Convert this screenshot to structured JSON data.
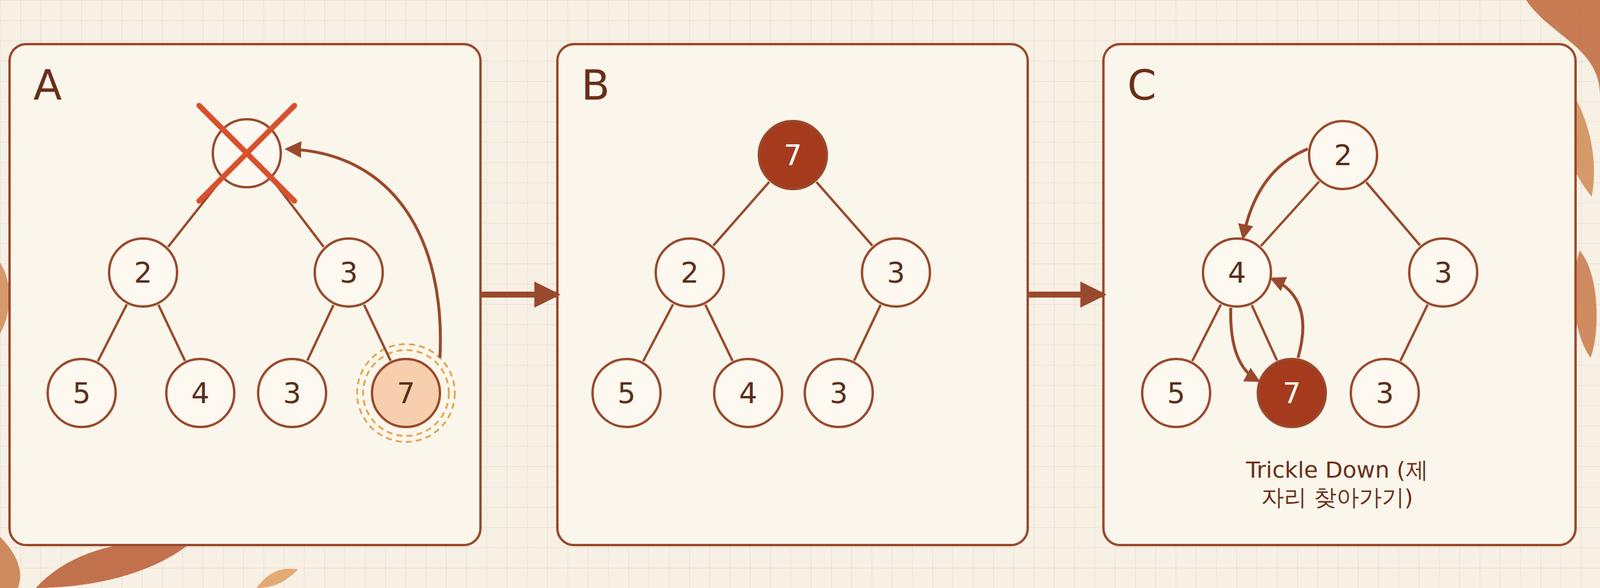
{
  "diagram": {
    "nodes": [
      {
        "text": [
          "A"
        ]
      },
      {
        "text": [
          "2"
        ],
        "in": 0
      },
      {
        "text": [
          "3"
        ],
        "in": 0
      },
      {
        "text": [
          "5"
        ],
        "in": 0
      },
      {
        "text": [
          "4"
        ],
        "in": 0
      },
      {
        "text": [
          "3"
        ],
        "in": 0
      },
      {
        "text": [
          "7"
        ],
        "in": 0
      },
      {
        "text": [
          "B"
        ]
      },
      {
        "text": [
          "7"
        ],
        "in": 7
      },
      {
        "text": [
          "2"
        ],
        "in": 7
      },
      {
        "text": [
          "3"
        ],
        "in": 7
      },
      {
        "text": [
          "5"
        ],
        "in": 7
      },
      {
        "text": [
          "4"
        ],
        "in": 7
      },
      {
        "text": [
          "3"
        ],
        "in": 7
      },
      {
        "text": [
          "C"
        ]
      },
      {
        "text": [
          "2"
        ],
        "in": 14
      },
      {
        "text": [
          "4"
        ],
        "in": 14
      },
      {
        "text": [
          "3"
        ],
        "in": 14
      },
      {
        "text": [
          "5"
        ],
        "in": 14
      },
      {
        "text": [
          "7"
        ],
        "in": 14
      },
      {
        "text": [
          "3"
        ],
        "in": 14
      }
    ],
    "edges": [
      {
        "from": 0,
        "to": 7,
        "arrow": "to"
      },
      {
        "from": 7,
        "to": 14,
        "arrow": "to"
      },
      {
        "from": 1,
        "to": 3,
        "arrow": "none"
      },
      {
        "from": 1,
        "to": 4,
        "arrow": "none"
      },
      {
        "from": 2,
        "to": 5,
        "arrow": "none"
      },
      {
        "from": 2,
        "to": 6,
        "arrow": "none"
      },
      {
        "from": 8,
        "to": 9,
        "arrow": "none"
      },
      {
        "from": 8,
        "to": 10,
        "arrow": "none"
      },
      {
        "from": 9,
        "to": 11,
        "arrow": "none"
      },
      {
        "from": 9,
        "to": 12,
        "arrow": "none"
      },
      {
        "from": 10,
        "to": 13,
        "arrow": "none"
      },
      {
        "from": 15,
        "to": 16,
        "arrow": "none"
      },
      {
        "from": 15,
        "to": 17,
        "arrow": "none"
      },
      {
        "from": 16,
        "to": 18,
        "arrow": "none"
      },
      {
        "from": 16,
        "to": 19,
        "arrow": "none"
      },
      {
        "from": 17,
        "to": 20,
        "arrow": "none"
      },
      {
        "from": 15,
        "to": 16,
        "arrow": "to"
      },
      {
        "from": 16,
        "to": 19,
        "arrow": "to"
      },
      {
        "from": 19,
        "to": 16,
        "arrow": "to"
      }
    ],
    "labels": [
      "Trickle Down (제자리 찾아가기)"
    ]
  }
}
